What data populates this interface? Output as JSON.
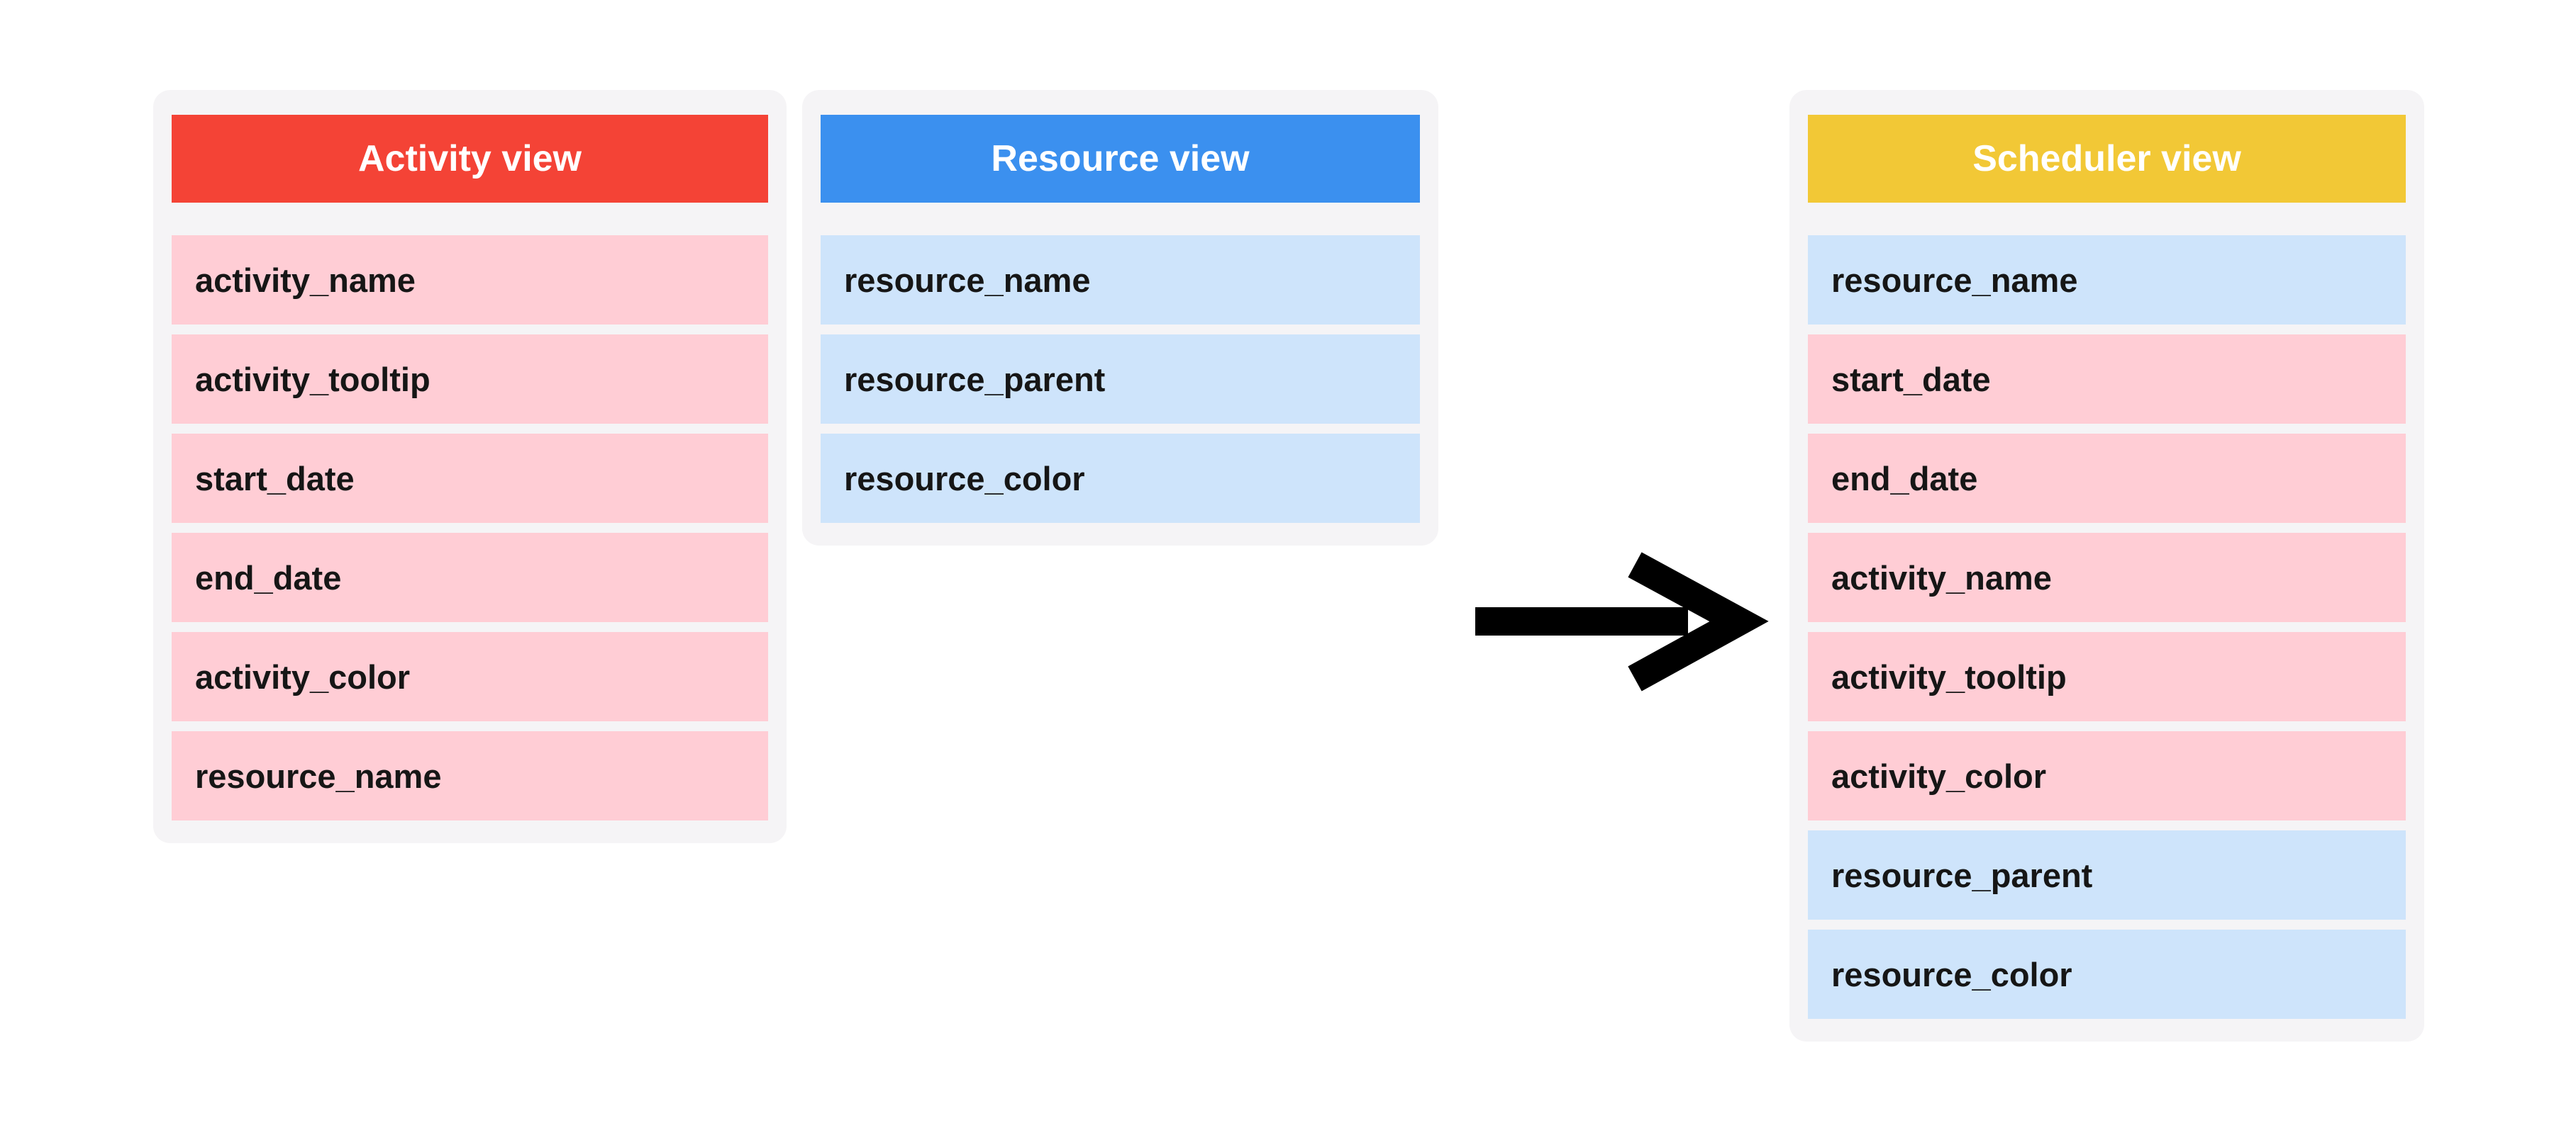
{
  "colors": {
    "page-bg": "#ffffff",
    "panel-bg": "#f5f4f6",
    "activity-header": "#f44336",
    "resource-header": "#3b90ef",
    "scheduler-header": "#f2c836",
    "activity-row": "#ffcdd5",
    "resource-row": "#cee4fb",
    "header-text": "#ffffff",
    "row-text": "#161616",
    "arrow": "#000000"
  },
  "icons": {
    "arrow": "arrow-right-icon"
  },
  "panels": [
    {
      "title": "Activity view",
      "rows": [
        {
          "label": "activity_name",
          "type": "activity"
        },
        {
          "label": "activity_tooltip",
          "type": "activity"
        },
        {
          "label": "start_date",
          "type": "activity"
        },
        {
          "label": "end_date",
          "type": "activity"
        },
        {
          "label": "activity_color",
          "type": "activity"
        },
        {
          "label": "resource_name",
          "type": "activity"
        }
      ]
    },
    {
      "title": "Resource view",
      "rows": [
        {
          "label": "resource_name",
          "type": "resource"
        },
        {
          "label": "resource_parent",
          "type": "resource"
        },
        {
          "label": "resource_color",
          "type": "resource"
        }
      ]
    },
    {
      "title": "Scheduler view",
      "rows": [
        {
          "label": "resource_name",
          "type": "resource"
        },
        {
          "label": "start_date",
          "type": "activity"
        },
        {
          "label": "end_date",
          "type": "activity"
        },
        {
          "label": "activity_name",
          "type": "activity"
        },
        {
          "label": "activity_tooltip",
          "type": "activity"
        },
        {
          "label": "activity_color",
          "type": "activity"
        },
        {
          "label": "resource_parent",
          "type": "resource"
        },
        {
          "label": "resource_color",
          "type": "resource"
        }
      ]
    }
  ]
}
